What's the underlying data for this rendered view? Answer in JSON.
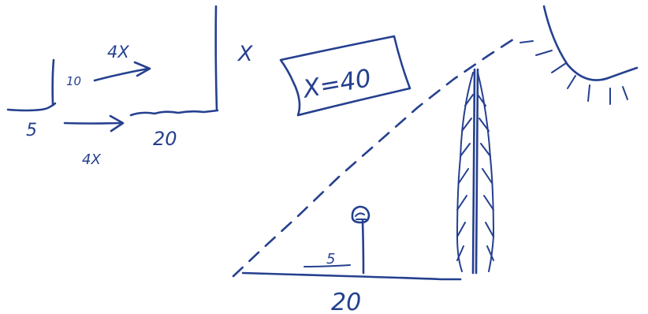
{
  "small_figure": {
    "height_label": "10",
    "shadow_label": "5"
  },
  "scale_labels": {
    "top": "4X",
    "bottom": "4X"
  },
  "big_figure": {
    "height_label": "X",
    "shadow_label": "20"
  },
  "answer_box": {
    "text": "X=40"
  },
  "scene": {
    "person_shadow_label": "5",
    "tree_shadow_label": "20"
  },
  "ink_color": "#25408f"
}
